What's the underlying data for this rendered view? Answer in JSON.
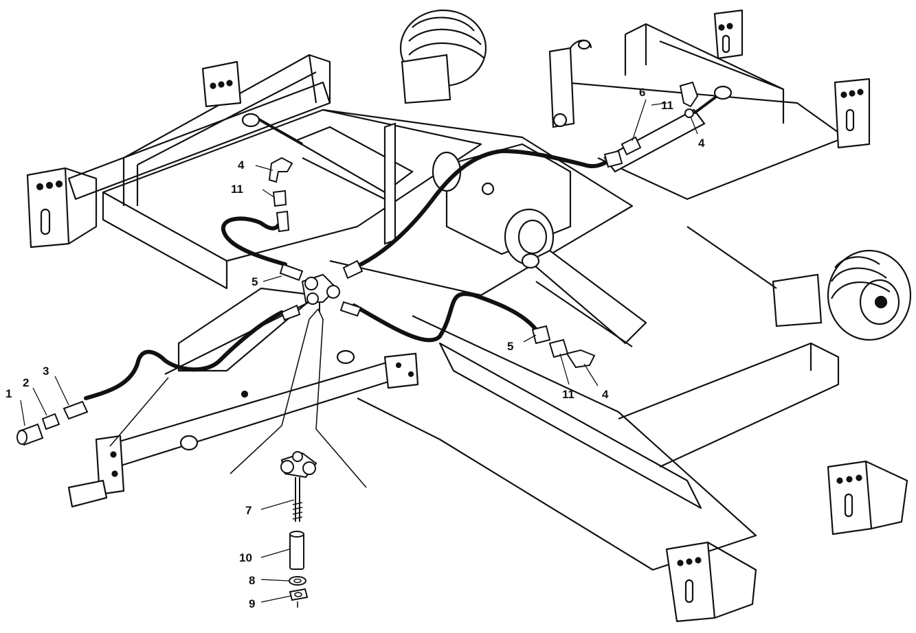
{
  "labels": {
    "l1": "1",
    "l2": "2",
    "l3": "3",
    "l4a": "4",
    "l11a": "11",
    "l5a": "5",
    "l6": "6",
    "l11b": "11",
    "l4b": "4",
    "l5b": "5",
    "l11c": "11",
    "l4c": "4",
    "l7": "7",
    "l10": "10",
    "l8": "8",
    "l9": "9"
  },
  "colors": {
    "ink": "#111111",
    "paper": "#ffffff"
  }
}
